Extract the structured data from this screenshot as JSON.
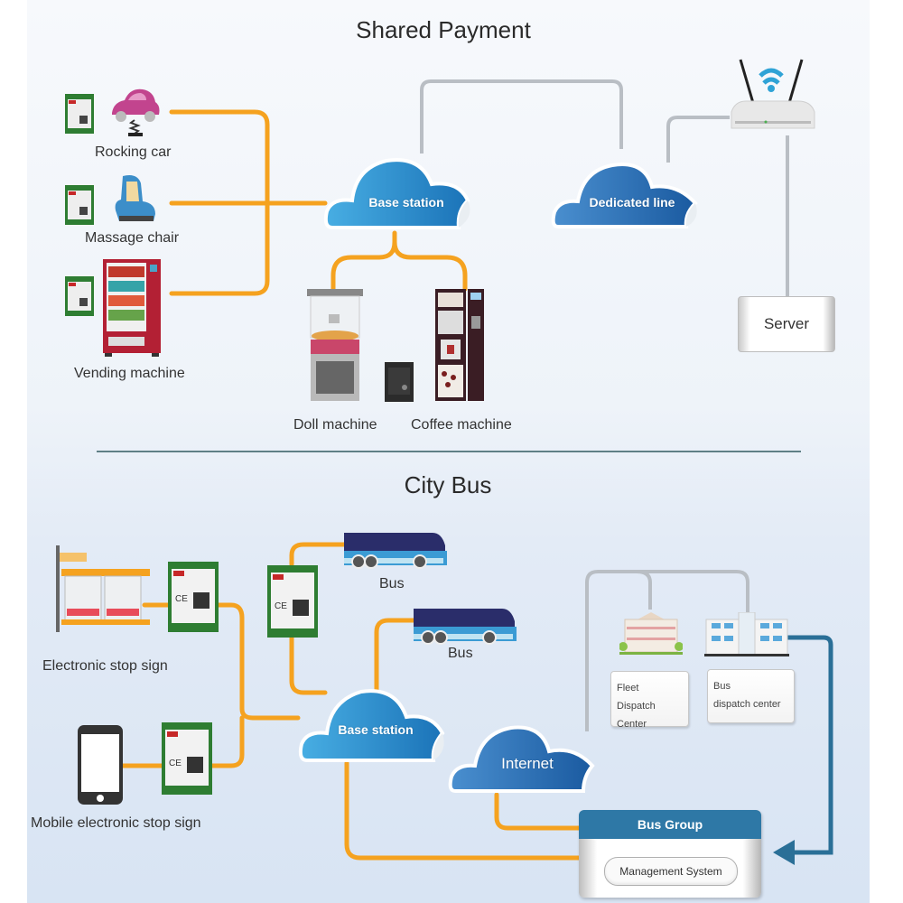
{
  "sections": {
    "shared_payment": {
      "title": "Shared Payment",
      "devices": [
        {
          "label": "Rocking car",
          "icon": "rocking-car-icon"
        },
        {
          "label": "Massage chair",
          "icon": "massage-chair-icon"
        },
        {
          "label": "Vending machine",
          "icon": "vending-machine-icon"
        },
        {
          "label": "Doll machine",
          "icon": "claw-machine-icon"
        },
        {
          "label": "Coffee machine",
          "icon": "coffee-machine-icon"
        }
      ],
      "base_station": "Base station",
      "dedicated_line": "Dedicated line",
      "router_icon": "wifi-router-icon",
      "server": "Server"
    },
    "city_bus": {
      "title": "City Bus",
      "devices": [
        {
          "label": "Electronic stop sign",
          "icon": "bus-stop-icon"
        },
        {
          "label": "Mobile electronic stop sign",
          "icon": "smartphone-icon"
        },
        {
          "label": "Bus",
          "icon": "bus-icon"
        },
        {
          "label": "Bus",
          "icon": "bus-icon"
        }
      ],
      "base_station": "Base station",
      "internet": "Internet",
      "fleet_center": {
        "line1": "Fleet",
        "line2": "Dispatch Center"
      },
      "bus_center": {
        "line1": "Bus",
        "line2": "dispatch center"
      },
      "bus_group": {
        "title": "Bus Group",
        "system": "Management System"
      }
    }
  },
  "colors": {
    "wire_orange": "#f5a21f",
    "wire_gray": "#b9bec4",
    "wire_blue": "#2a6f97",
    "cloud_blue": "#2f8fd0",
    "cloud_dark": "#1d5fa5",
    "module_green": "#2e7d32"
  }
}
